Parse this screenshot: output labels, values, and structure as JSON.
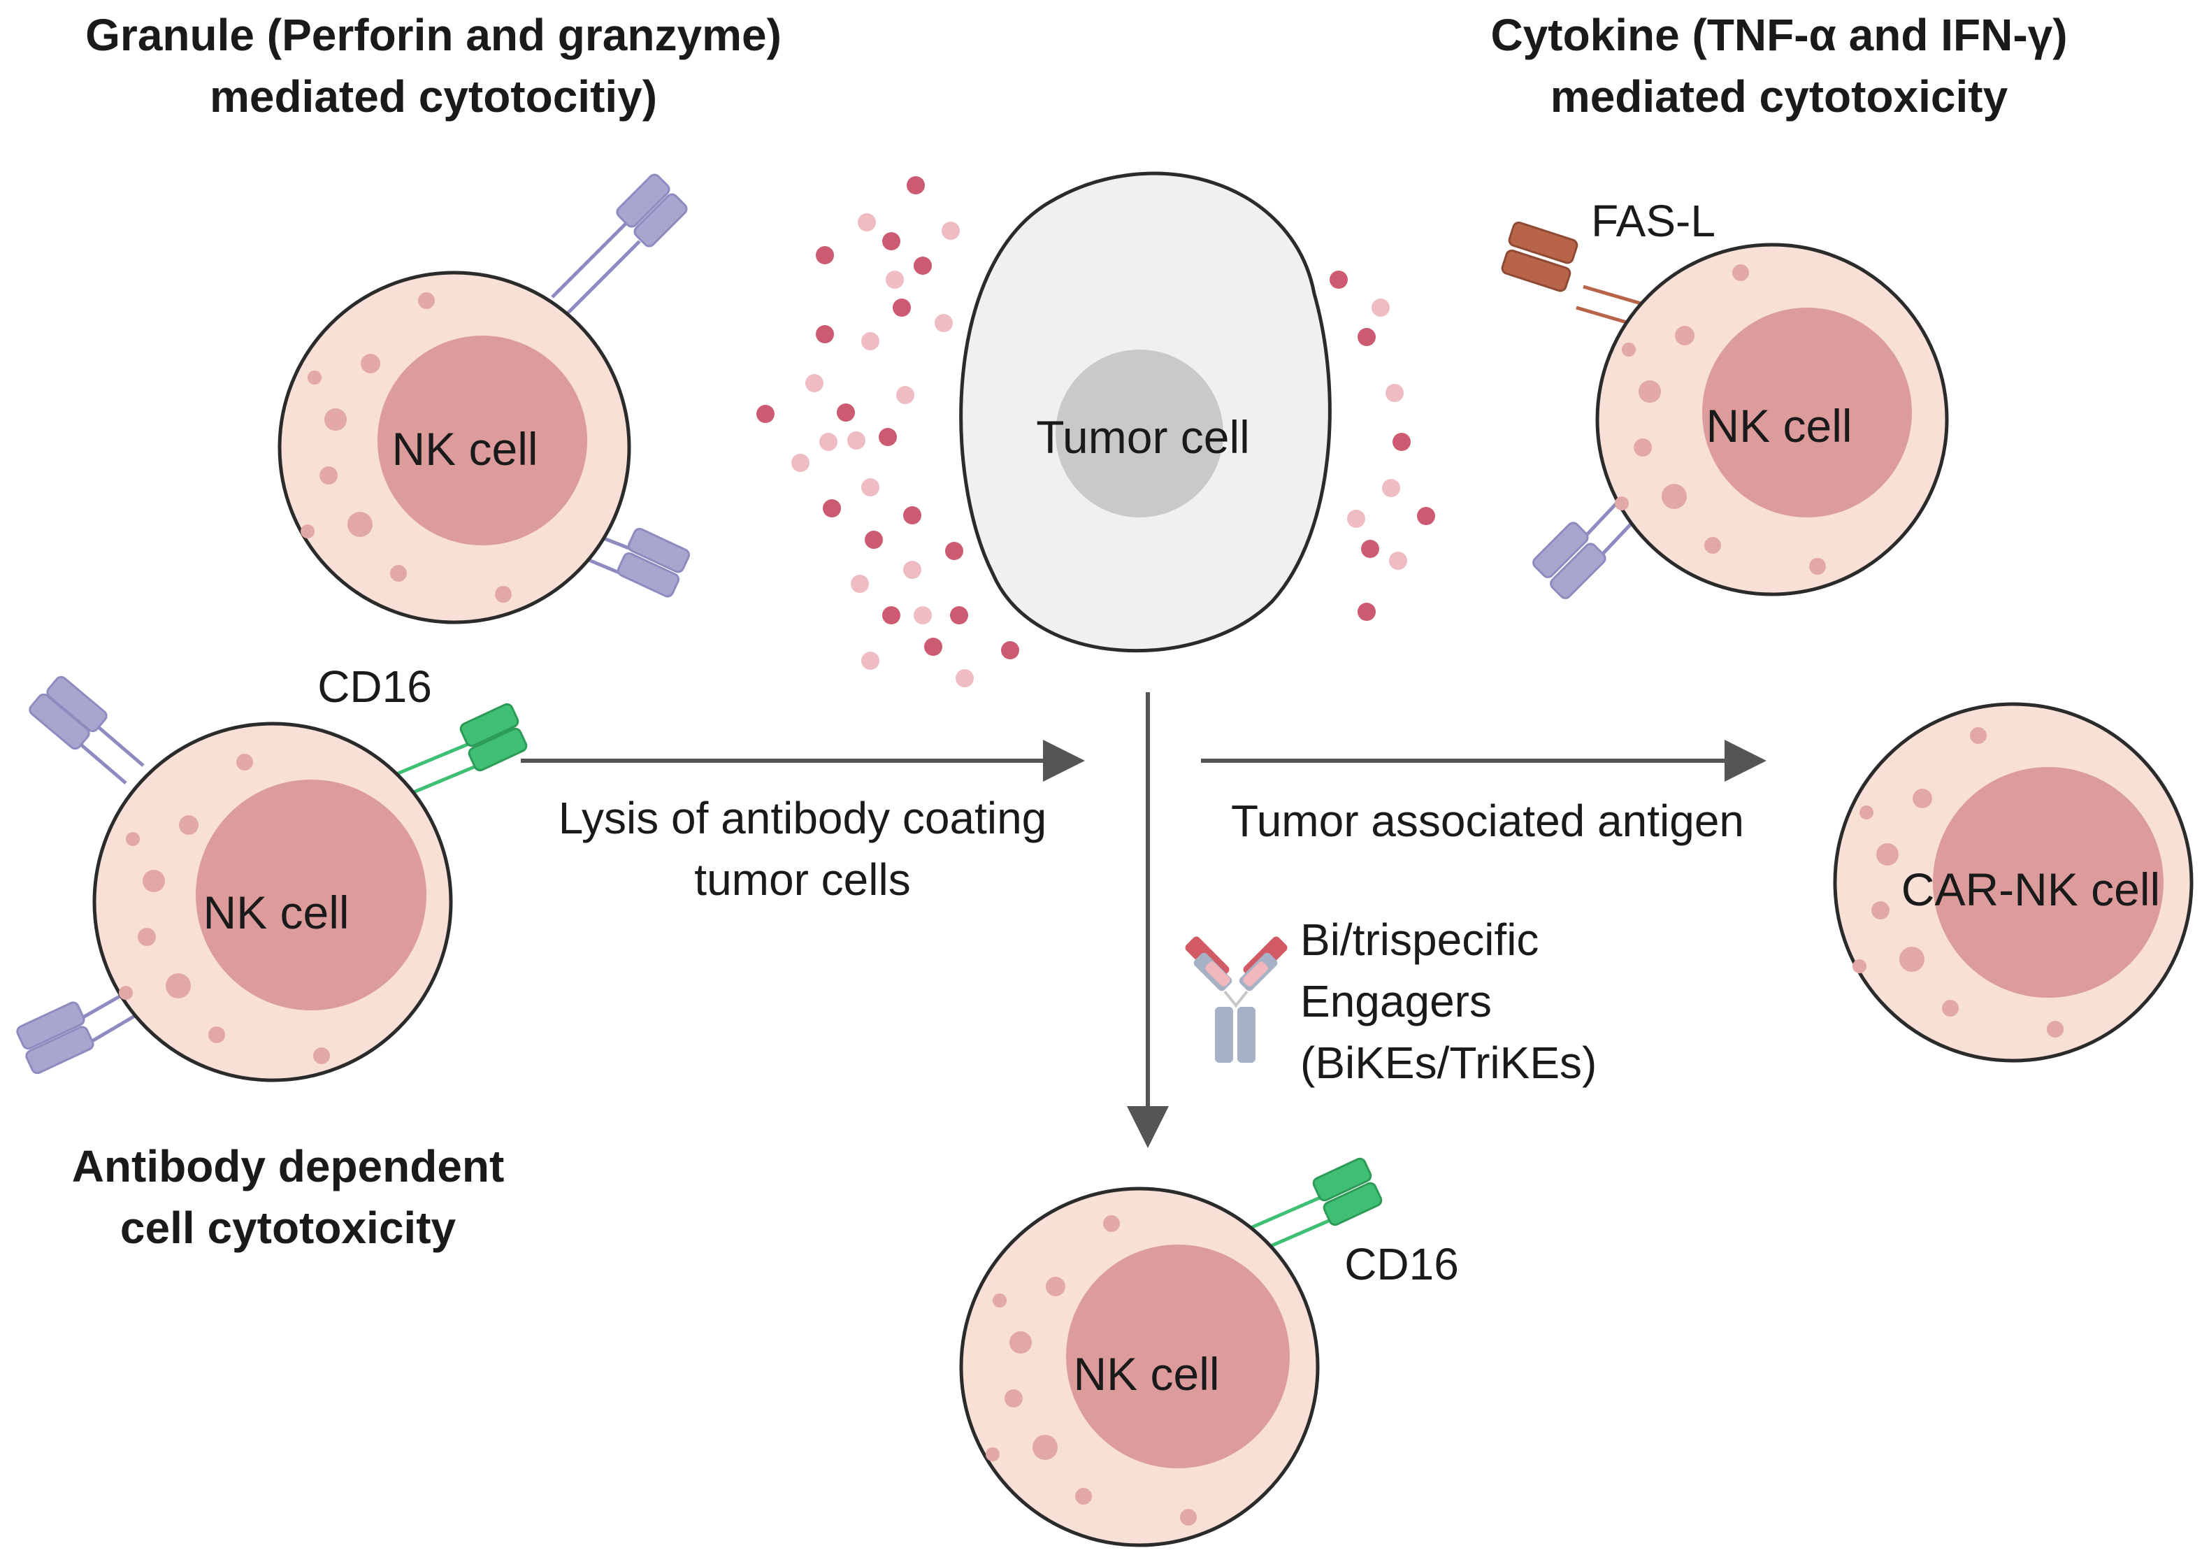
{
  "headings": {
    "granule_line1": "Granule (Perforin and granzyme)",
    "granule_line2": "mediated cytotocitiy)",
    "cytokine_line1": "Cytokine (TNF-α  and IFN-γ)",
    "cytokine_line2": "mediated cytotoxicity",
    "adcc_line1": "Antibody dependent",
    "adcc_line2": "cell cytotoxicity"
  },
  "cells": {
    "nk_top_left": "NK cell",
    "tumor": "Tumor cell",
    "nk_top_right": "NK cell",
    "nk_mid_left": "NK cell",
    "car_nk": "CAR-NK cell",
    "nk_bottom": "NK cell"
  },
  "labels": {
    "cd16_left": "CD16",
    "cd16_bottom": "CD16",
    "fas_l": "FAS-L",
    "lysis_line1": "Lysis of antibody coating",
    "lysis_line2": "tumor cells",
    "tumor_antigen": "Tumor associated antigen",
    "engagers_line1": "Bi/trispecific",
    "engagers_line2": "Engagers",
    "engagers_line3": "(BiKEs/TriKEs)"
  },
  "colors": {
    "nk_cytoplasm": "#f9e0d6",
    "nk_nucleus": "#dc9c9c",
    "granule": "#e2a7a7",
    "tumor_cytoplasm": "#f0f0f0",
    "tumor_nucleus": "#c9c9c9",
    "receptor_purple": "#a8a6cf",
    "receptor_green": "#3fbf73",
    "fas_l_brown": "#b86448",
    "arrow": "#555555",
    "released_granule_dark": "#cc5a70",
    "released_granule_light": "#f0bcc4"
  }
}
